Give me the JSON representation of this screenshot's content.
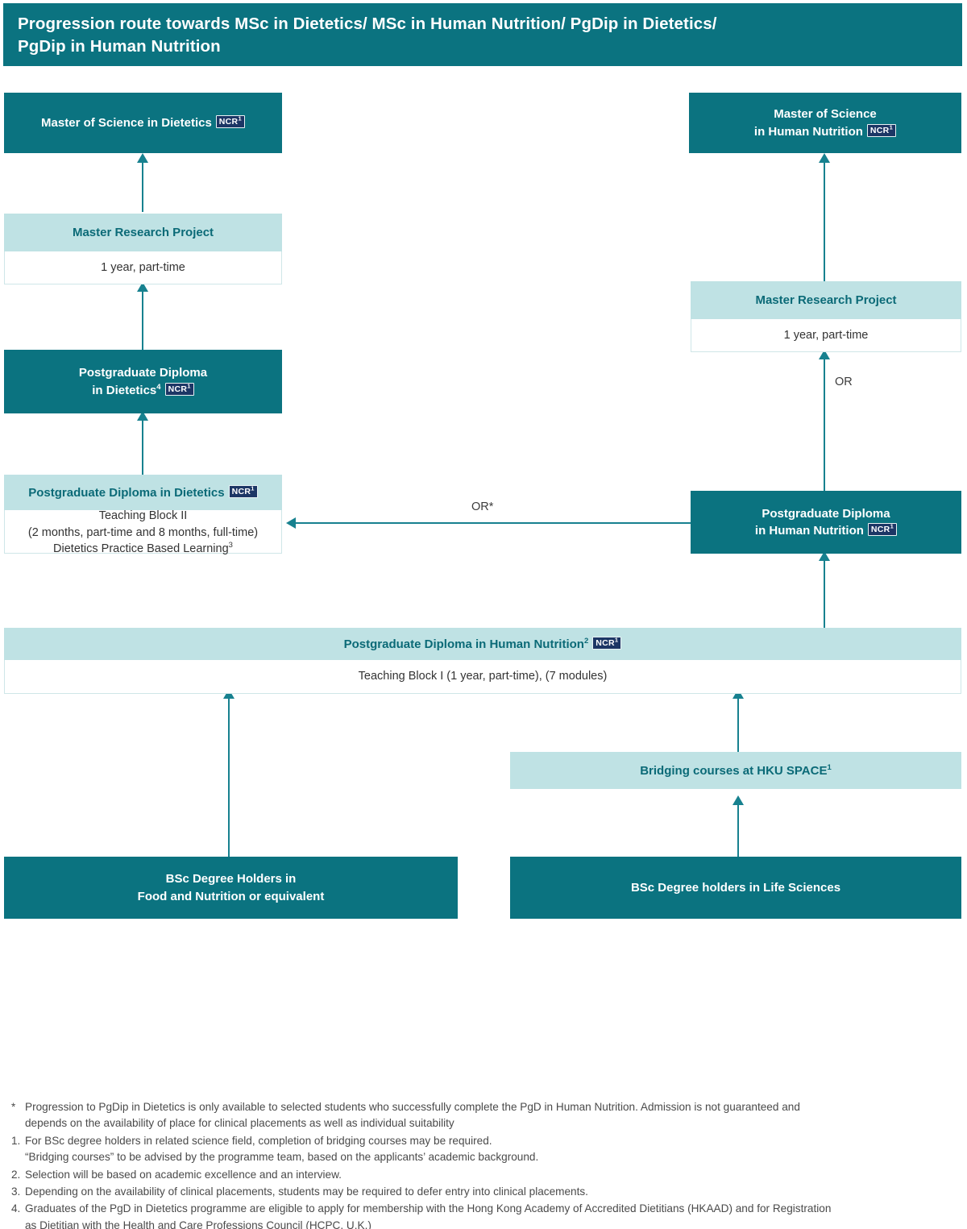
{
  "banner": {
    "title": "Progression route towards MSc in Dietetics/ MSc in Human Nutrition/ PgDip in Dietetics/\nPgDip in Human Nutrition"
  },
  "colors": {
    "dark_teal": "#0b7380",
    "light_teal": "#bfe2e4",
    "header_text_teal": "#0b6a77",
    "arrow_teal": "#17818f",
    "ncr_navy": "#1c3665",
    "body_text": "#333333"
  },
  "badges": {
    "ncr_label": "NCR",
    "ncr_sup": "1"
  },
  "nodes": {
    "msc_dietetics": {
      "label": "Master of Science in Dietetics",
      "badge": "NCR",
      "badge_sup": "1"
    },
    "msc_human_nutrition": {
      "line1": "Master of Science",
      "line2": "in Human Nutrition",
      "badge": "NCR",
      "badge_sup": "1"
    },
    "mrp_left": {
      "header": "Master Research Project",
      "body": "1 year, part-time"
    },
    "mrp_right": {
      "header": "Master Research Project",
      "body": "1 year, part-time"
    },
    "pgdip_dietetics_top": {
      "line1": "Postgraduate Diploma",
      "line2": "in Dietetics",
      "line2_sup": "4",
      "badge": "NCR",
      "badge_sup": "1"
    },
    "pgdip_dietetics_tb2": {
      "header": "Postgraduate Diploma in Dietetics",
      "badge": "NCR",
      "badge_sup": "1",
      "body_line1": "Teaching Block II",
      "body_line2": "(2 months, part-time and 8 months, full-time)",
      "body_line3": "Dietetics Practice Based Learning",
      "body_line3_sup": "3"
    },
    "pgdip_human_nutrition_right": {
      "line1": "Postgraduate Diploma",
      "line2": "in Human Nutrition",
      "badge": "NCR",
      "badge_sup": "1"
    },
    "pgdip_human_nutrition_tb1": {
      "header": "Postgraduate Diploma in Human Nutrition",
      "header_sup": "2",
      "badge": "NCR",
      "badge_sup": "1",
      "body": "Teaching Block I (1 year, part-time), (7 modules)"
    },
    "bridging": {
      "label": "Bridging courses at HKU SPACE",
      "sup": "1"
    },
    "bsc_food_nutrition": {
      "line1": "BSc Degree Holders in",
      "line2": "Food and Nutrition or equivalent"
    },
    "bsc_life_sciences": {
      "label": "BSc Degree holders in Life Sciences"
    }
  },
  "connectors": {
    "or_star": "OR*",
    "or_plain": "OR"
  },
  "footnotes": [
    {
      "marker": "*",
      "text": "Progression to PgDip in Dietetics is only available to selected students who successfully complete the PgD in Human Nutrition. Admission is not guaranteed and",
      "continuation": "depends on the availability of place for clinical placements as well as individual suitability"
    },
    {
      "marker": "1.",
      "text": "For BSc degree holders in related science field, completion of bridging courses may be required.",
      "continuation": "“Bridging courses” to be advised by the programme team, based on the applicants’ academic background."
    },
    {
      "marker": "2.",
      "text": "Selection will be based on academic excellence and an interview.",
      "continuation": ""
    },
    {
      "marker": "3.",
      "text": "Depending on the availability of clinical placements, students may be required to defer entry into clinical placements.",
      "continuation": ""
    },
    {
      "marker": "4.",
      "text": "Graduates of the PgD in Dietetics programme are eligible to apply for membership with the Hong Kong Academy of Accredited Dietitians (HKAAD) and for Registration",
      "continuation": "as Dietitian with the Health and Care Professions Council (HCPC, U.K.)"
    }
  ]
}
